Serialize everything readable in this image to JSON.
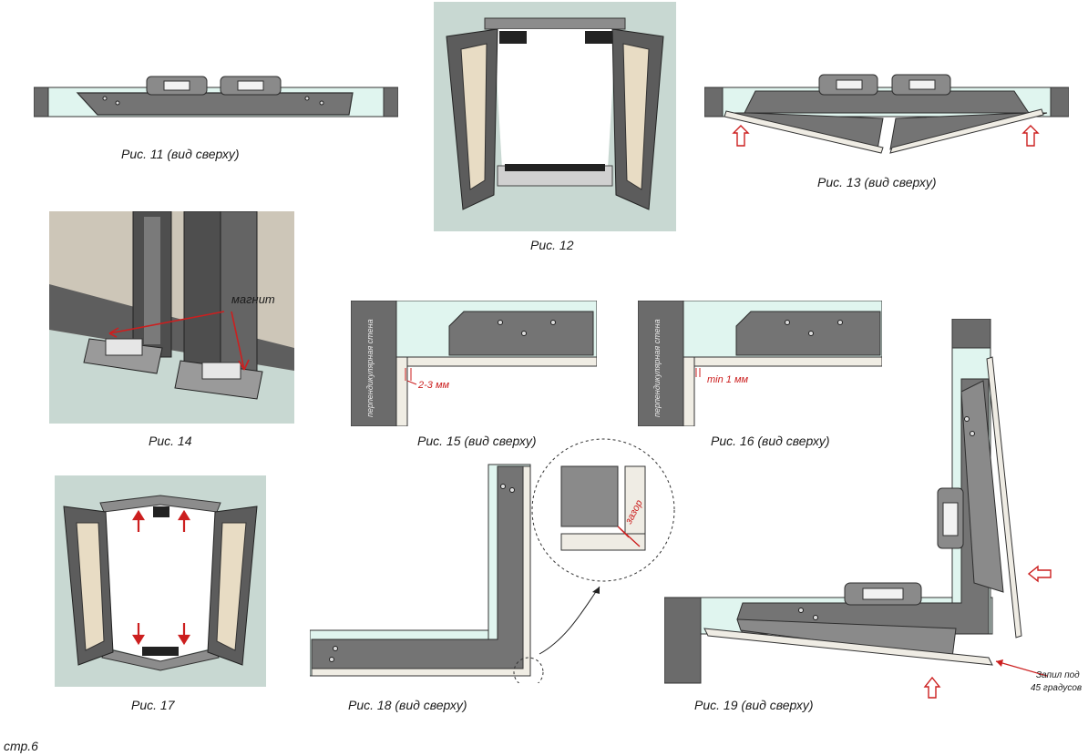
{
  "figures": {
    "fig11": {
      "caption": "Рис. 11 (вид сверху)"
    },
    "fig12": {
      "caption": "Рис. 12"
    },
    "fig13": {
      "caption": "Рис. 13 (вид сверху)"
    },
    "fig14": {
      "caption": "Рис. 14",
      "label": "магнит"
    },
    "fig15": {
      "caption": "Рис. 15 (вид сверху)",
      "wall_label": "перпендикулярная стена",
      "gap_label": "2-3 мм"
    },
    "fig16": {
      "caption": "Рис. 16 (вид сверху)",
      "wall_label": "перпендикулярная стена",
      "gap_label": "min 1 мм"
    },
    "fig17": {
      "caption": "Рис. 17"
    },
    "fig18": {
      "caption": "Рис. 18 (вид сверху)",
      "detail_label": "зазор"
    },
    "fig19": {
      "caption": "Рис. 19 (вид сверху)",
      "note_line1": "Запил под",
      "note_line2": "45 градусов"
    }
  },
  "page": {
    "number": "стр.6"
  },
  "colors": {
    "frame": "#6e6e6e",
    "frame_dark": "#3a3a3a",
    "mint": "#e0f5ef",
    "wall": "#6b6b6b",
    "bg_photo": "#c8d8d2",
    "panel": "#e8dcc4",
    "accent": "#cc1f1f"
  }
}
